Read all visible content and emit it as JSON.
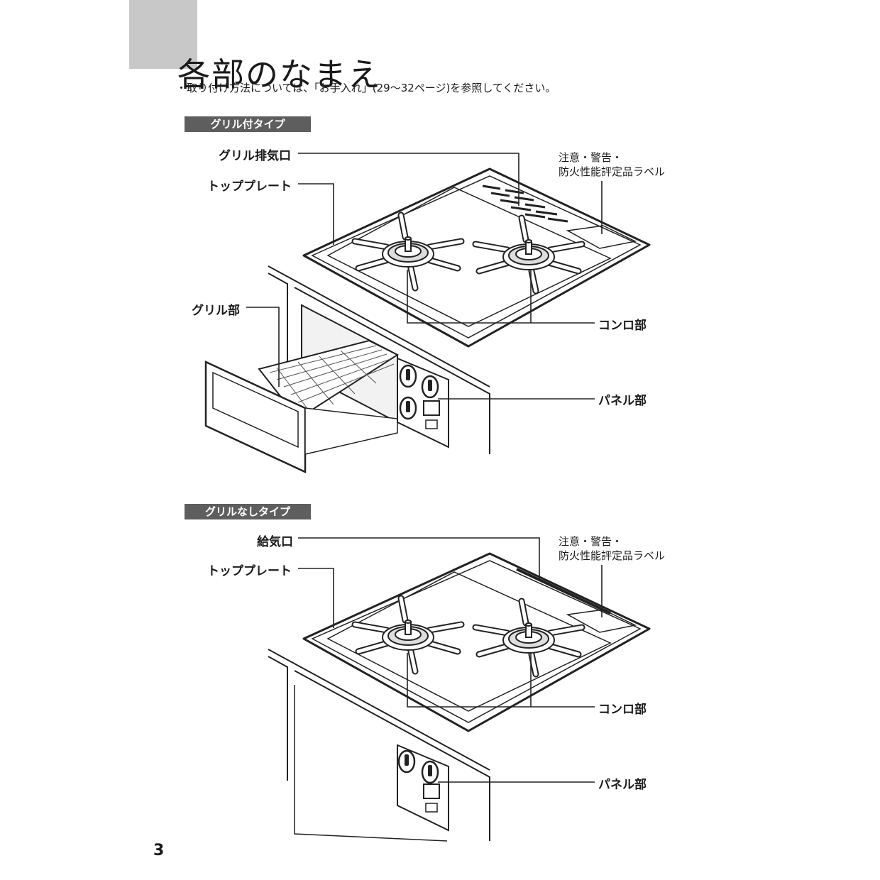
{
  "page": {
    "title": "各部のなまえ",
    "intro": "・取り付け方法については、「お手入れ」(29～32ページ)を参照してください。",
    "page_number": "3"
  },
  "sections": [
    {
      "badge": "グリル付タイプ",
      "labels": {
        "exhaust": "グリル排気口",
        "top_plate": "トッププレート",
        "caution_line1": "注意・警告・",
        "caution_line2": "防火性能評定品ラベル",
        "grill": "グリル部",
        "burner": "コンロ部",
        "panel": "パネル部"
      }
    },
    {
      "badge": "グリルなしタイプ",
      "labels": {
        "intake": "給気口",
        "top_plate": "トッププレート",
        "caution_line1": "注意・警告・",
        "caution_line2": "防火性能評定品ラベル",
        "burner": "コンロ部",
        "panel": "パネル部"
      }
    }
  ]
}
